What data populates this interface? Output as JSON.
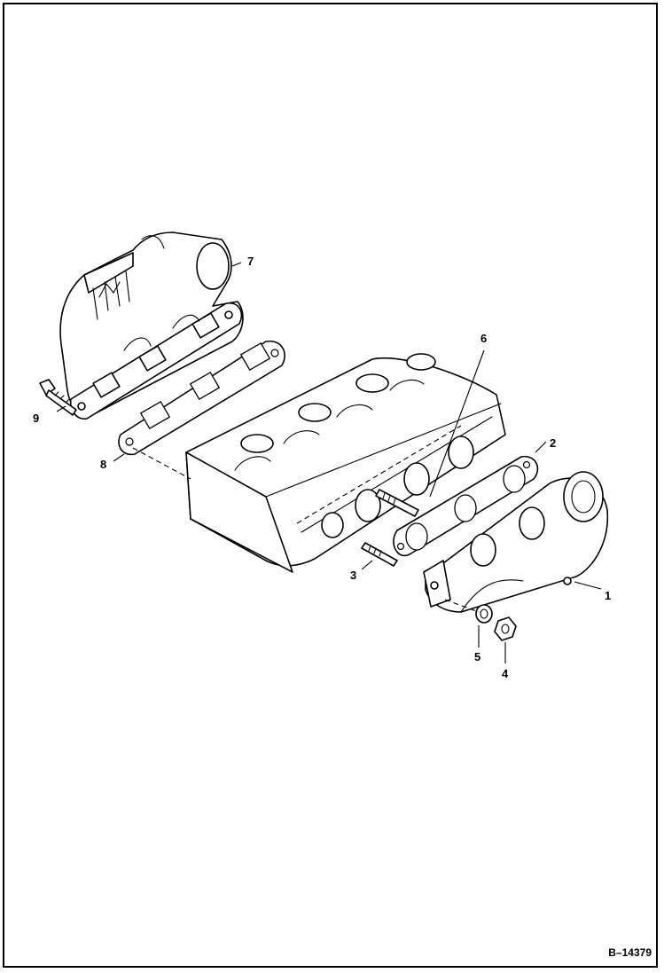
{
  "figure_id": "B–14379",
  "callouts": [
    {
      "id": "c1",
      "label": "1"
    },
    {
      "id": "c2",
      "label": "2"
    },
    {
      "id": "c3",
      "label": "3"
    },
    {
      "id": "c4",
      "label": "4"
    },
    {
      "id": "c5",
      "label": "5"
    },
    {
      "id": "c6",
      "label": "6"
    },
    {
      "id": "c7",
      "label": "7"
    },
    {
      "id": "c8",
      "label": "8"
    },
    {
      "id": "c9",
      "label": "9"
    }
  ]
}
